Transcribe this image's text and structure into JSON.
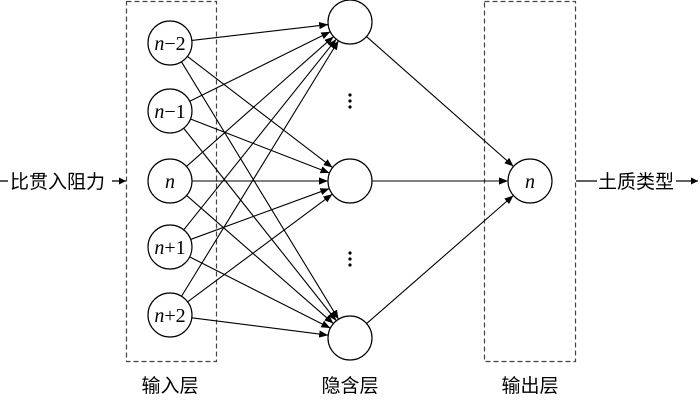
{
  "title": "BP neural network structure for soil type classification",
  "input_signal": "比贯入阻力",
  "output_signal": "土质类型",
  "layers": {
    "input": {
      "label": "输入层",
      "nodes": [
        {
          "var": "n",
          "op": "−",
          "num": "2"
        },
        {
          "var": "n",
          "op": "−",
          "num": "1"
        },
        {
          "var": "n",
          "op": "",
          "num": ""
        },
        {
          "var": "n",
          "op": "+",
          "num": "1"
        },
        {
          "var": "n",
          "op": "+",
          "num": "2"
        }
      ]
    },
    "hidden": {
      "label": "隐含层",
      "nodes": [
        "",
        "",
        ""
      ],
      "ellipsis": "⋮"
    },
    "output": {
      "label": "输出层",
      "nodes": [
        {
          "var": "n"
        }
      ]
    }
  },
  "connections": {
    "input_to_hidden": "fully-connected",
    "hidden_to_output": "fully-connected"
  }
}
